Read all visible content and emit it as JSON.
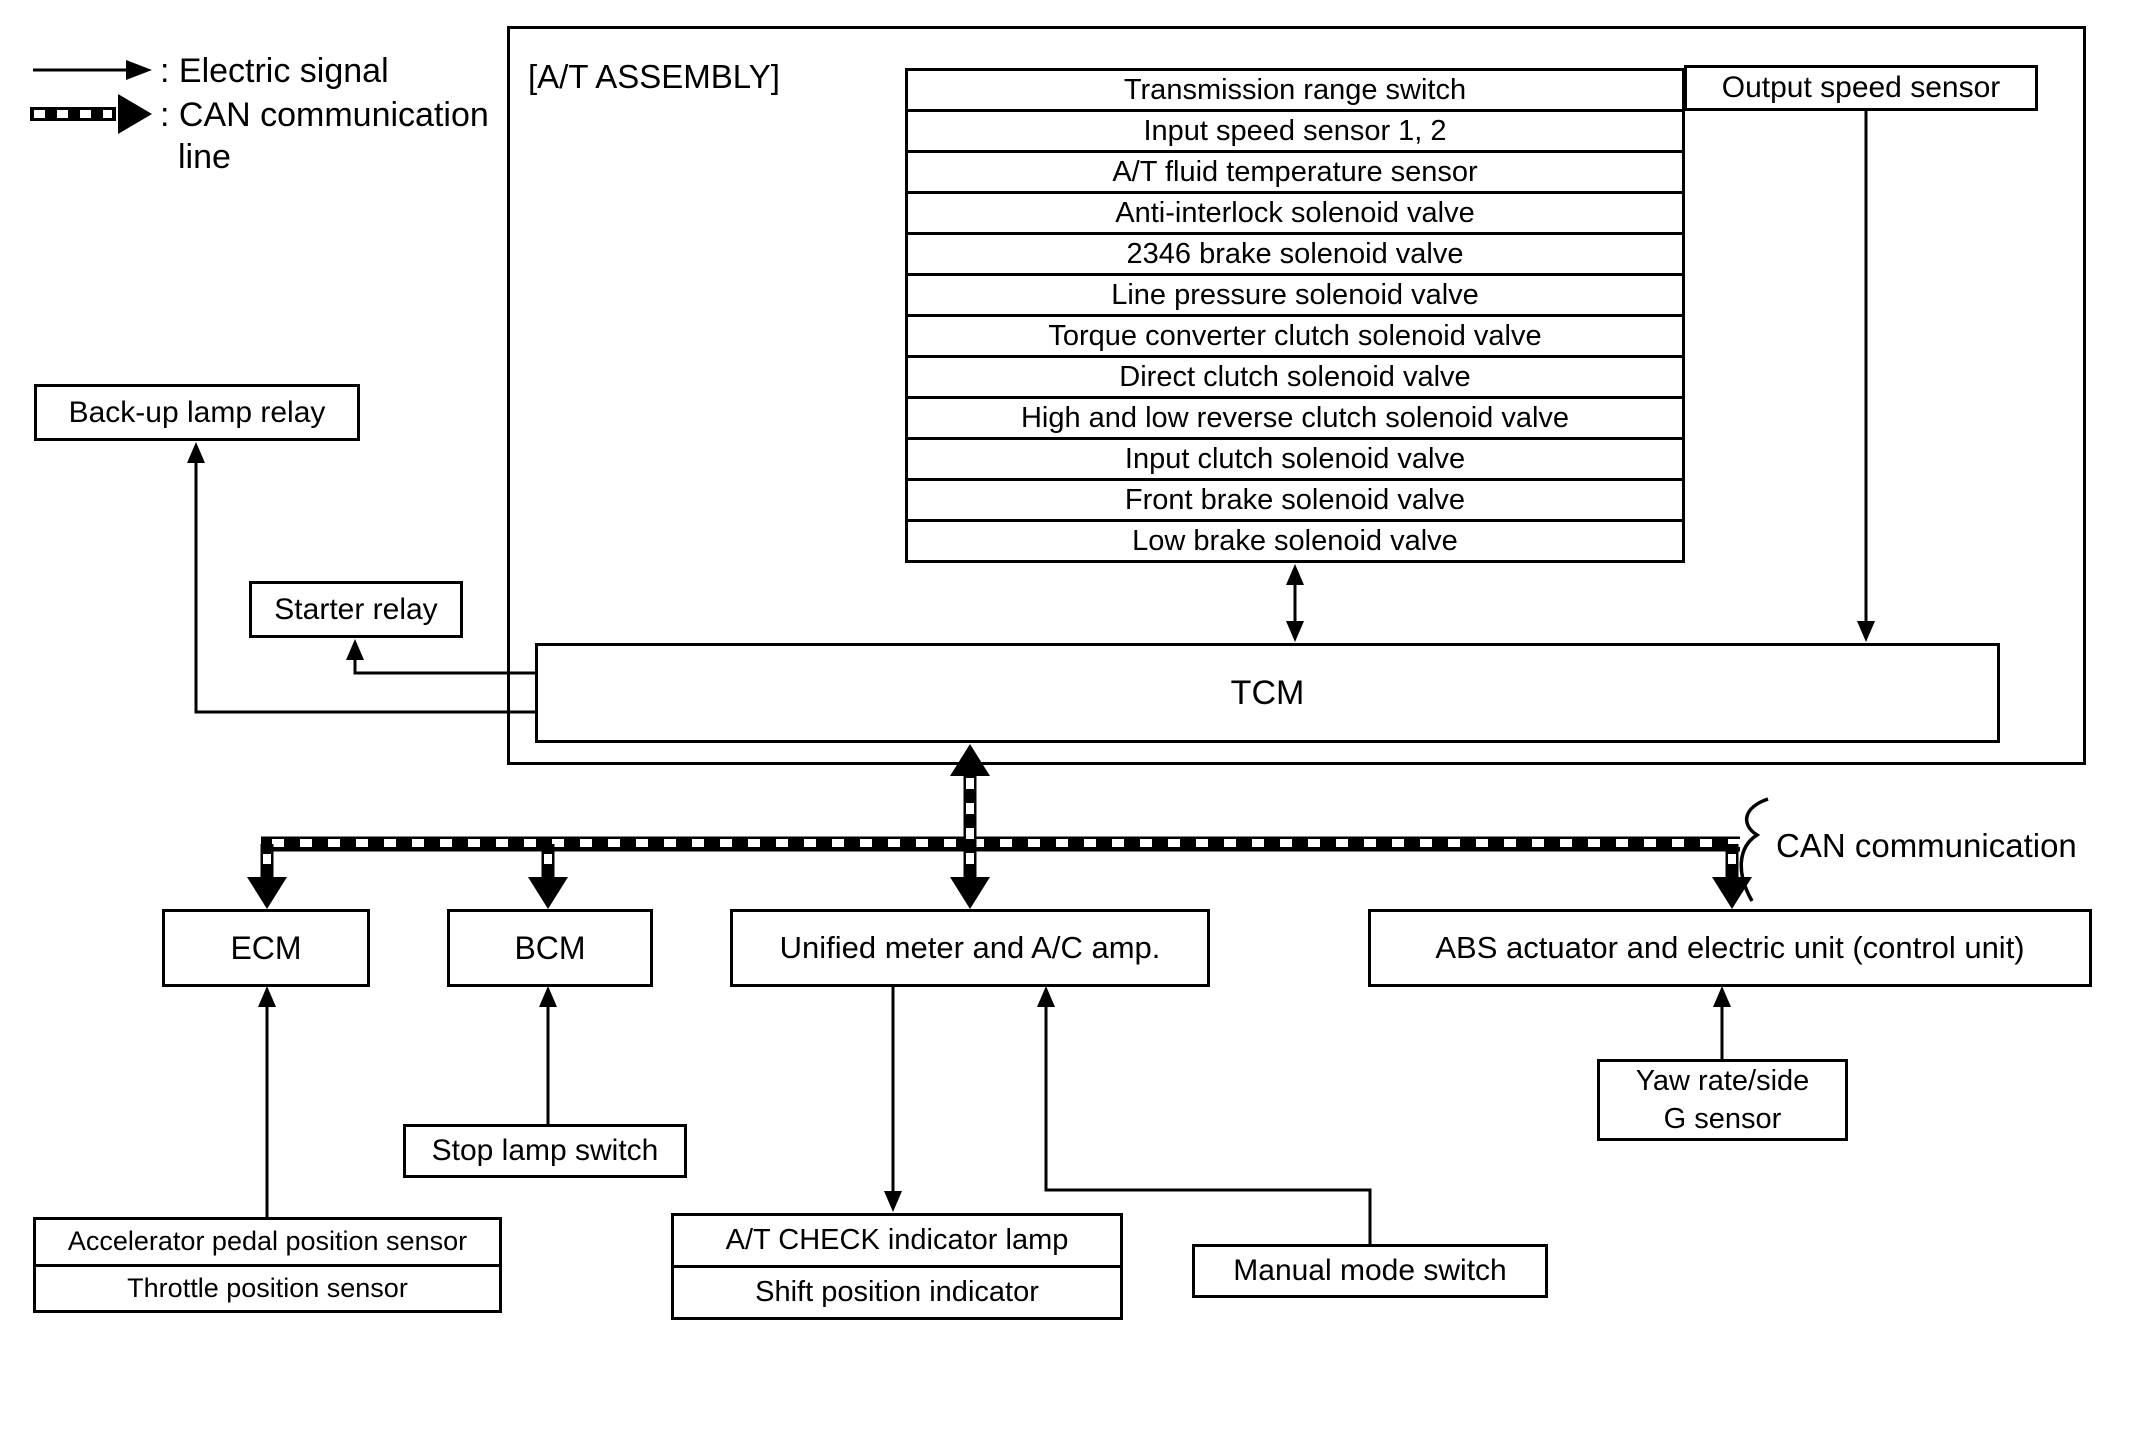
{
  "legend": {
    "electric_signal_label": ": Electric signal",
    "can_label_line1": ": CAN communication",
    "can_label_line2": "line"
  },
  "assembly": {
    "title": "[A/T ASSEMBLY]",
    "tcm_label": "TCM",
    "components": [
      "Transmission range switch",
      "Input speed sensor 1, 2",
      "A/T fluid temperature sensor",
      "Anti-interlock solenoid valve",
      "2346 brake solenoid valve",
      "Line pressure solenoid valve",
      "Torque converter clutch solenoid valve",
      "Direct clutch solenoid valve",
      "High and low reverse clutch solenoid valve",
      "Input clutch solenoid valve",
      "Front brake solenoid valve",
      "Low brake solenoid valve"
    ]
  },
  "output_speed_sensor_label": "Output speed sensor",
  "backup_lamp_relay_label": "Back-up lamp relay",
  "starter_relay_label": "Starter relay",
  "can_bus_label": "CAN communication",
  "modules": {
    "ecm_label": "ECM",
    "bcm_label": "BCM",
    "unified_label": "Unified meter and A/C amp.",
    "abs_label": "ABS actuator and electric unit (control unit)"
  },
  "peripherals": {
    "accelerator_row1": "Accelerator pedal position sensor",
    "accelerator_row2": "Throttle position sensor",
    "stop_lamp_label": "Stop lamp switch",
    "at_check_row1": "A/T CHECK indicator lamp",
    "at_check_row2": "Shift position indicator",
    "manual_mode_label": "Manual mode switch",
    "yaw_line1": "Yaw rate/side",
    "yaw_line2": "G sensor"
  },
  "colors": {
    "line": "#000000",
    "background": "#ffffff"
  }
}
